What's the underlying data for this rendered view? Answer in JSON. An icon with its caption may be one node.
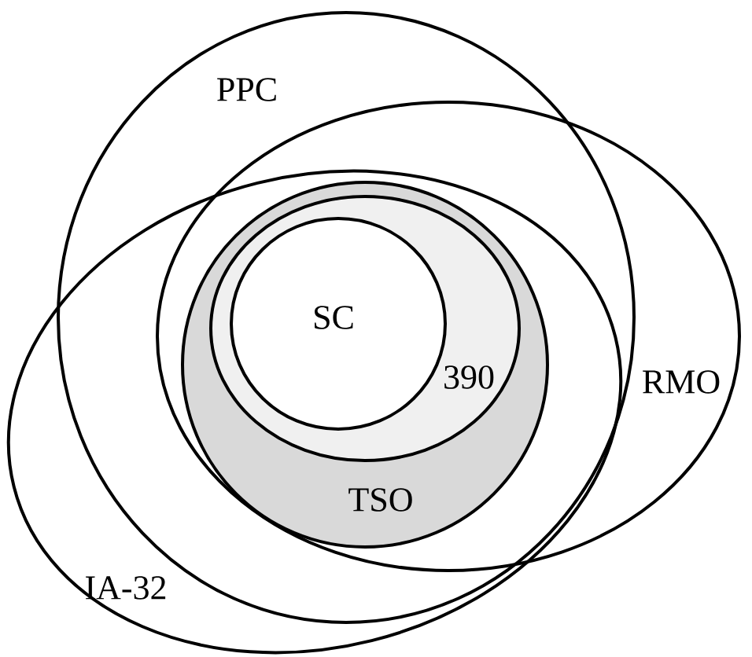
{
  "diagram": {
    "nodes": [
      {
        "text": [
          "PPC"
        ]
      },
      {
        "text": [
          "RMO"
        ]
      },
      {
        "text": [
          "IA-32"
        ]
      },
      {
        "text": [
          "TSO"
        ]
      },
      {
        "text": [
          "390"
        ],
        "in": 3
      },
      {
        "text": [
          "SC"
        ],
        "in": 4
      }
    ]
  }
}
